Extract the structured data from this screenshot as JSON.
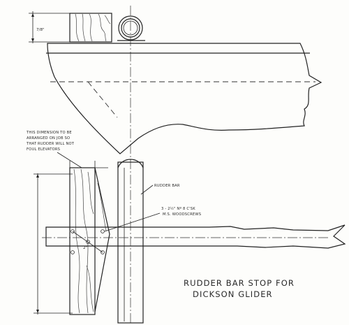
{
  "labels": {
    "dim_top": "7/8\"",
    "note_lines": [
      "THIS DIMENSION TO BE",
      "ARRANGED ON JOB SO",
      "THAT RUDDER WILL NOT",
      "FOUL ELEVATORS"
    ],
    "rudder_bar": "RUDDER BAR",
    "screws_lines": [
      "3 - 2½\" Nº 8 C'SK",
      "M.S. WOODSCREWS"
    ],
    "dim_2": "2\"",
    "title_lines": [
      "RUDDER BAR STOP FOR",
      "DICKSON GLIDER"
    ]
  }
}
